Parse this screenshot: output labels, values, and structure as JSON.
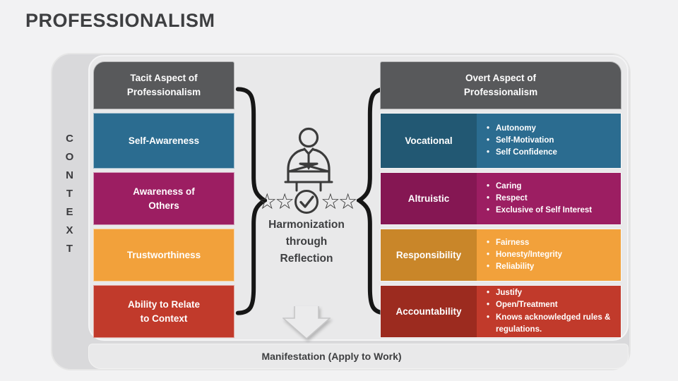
{
  "title": "PROFESSIONALISM",
  "context": {
    "label": "CONTEXT",
    "letters": [
      "C",
      "O",
      "N",
      "T",
      "E",
      "X",
      "T"
    ]
  },
  "colors": {
    "header_gray": "#58595B",
    "teal": "#2B6C90",
    "teal_dark": "#225873",
    "magenta": "#9C1E62",
    "magenta_dark": "#851753",
    "orange": "#F2A13B",
    "orange_dark": "#C98629",
    "red": "#C13A2B",
    "red_dark": "#9C2B1F"
  },
  "left_panel": {
    "header": "Tacit Aspect of\nProfessionalism",
    "rows": [
      {
        "label": "Self-Awareness",
        "color": "#2B6C90"
      },
      {
        "label": "Awareness of\nOthers",
        "color": "#9C1E62"
      },
      {
        "label": "Trustworthiness",
        "color": "#F2A13B"
      },
      {
        "label": "Ability to Relate\nto Context",
        "color": "#C13A2B"
      }
    ]
  },
  "center": {
    "person_icon": "person-arms-crossed-icon",
    "stars_icon": "five-star-rating-with-check-icon",
    "star_glyph": "☆",
    "caption": "Harmonization\nthrough\nReflection",
    "arrow_icon": "down-arrow"
  },
  "right_panel": {
    "header": "Overt Aspect of\nProfessionalism",
    "rows": [
      {
        "label": "Vocational",
        "label_color": "#225873",
        "body_color": "#2B6C90",
        "bullets": [
          "Autonomy",
          "Self-Motivation",
          "Self Confidence"
        ]
      },
      {
        "label": "Altruistic",
        "label_color": "#851753",
        "body_color": "#9C1E62",
        "bullets": [
          "Caring",
          "Respect",
          "Exclusive of Self Interest"
        ]
      },
      {
        "label": "Responsibility",
        "label_color": "#C98629",
        "body_color": "#F2A13B",
        "bullets": [
          "Fairness",
          "Honesty/Integrity",
          "Reliability"
        ]
      },
      {
        "label": "Accountability",
        "label_color": "#9C2B1F",
        "body_color": "#C13A2B",
        "bullets": [
          "Justify",
          "Open/Treatment",
          "Knows acknowledged rules & regulations."
        ]
      }
    ]
  },
  "footer": {
    "label": "Manifestation (Apply to Work)"
  }
}
